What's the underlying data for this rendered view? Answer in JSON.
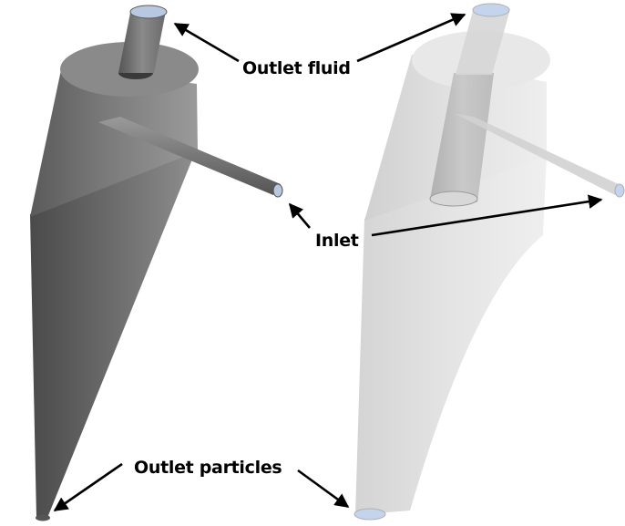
{
  "labels": {
    "outlet_fluid": "Outlet fluid",
    "inlet": "Inlet",
    "outlet_particles": "Outlet particles"
  },
  "colors": {
    "solid_body": "#6e6e6e",
    "transparent_body": "#dcdcdc",
    "port_face": "#b8c8e0",
    "arrow": "#000000"
  }
}
